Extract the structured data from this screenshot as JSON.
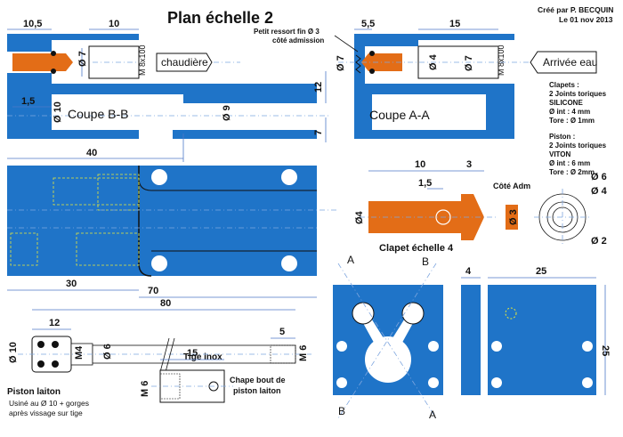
{
  "title": "Plan échelle 2",
  "credit": {
    "line1": "Créé par P. BECQUIN",
    "line2": "Le 01 nov 2013"
  },
  "section_bb": {
    "label": "Coupe B-B",
    "arrow_label": "chaudière",
    "dims": {
      "d10_5": "10,5",
      "d10": "10",
      "phi7": "Ø 7",
      "m8x100": "M 8x100",
      "d12": "12",
      "d1_5": "1,5",
      "phi10": "Ø 10",
      "phi9": "Ø 9",
      "d7": "7",
      "d40": "40"
    }
  },
  "section_aa": {
    "label": "Coupe A-A",
    "arrow_label": "Arrivée eau",
    "spring_note_1": "Petit ressort fin Ø 3",
    "spring_note_2": "côté admission",
    "dims": {
      "d5_5": "5,5",
      "d15": "15",
      "phi7a": "Ø 7",
      "phi4": "Ø 4",
      "phi7b": "Ø 7",
      "m8x100": "M 8x100"
    }
  },
  "notes": {
    "clapets": "Clapets :",
    "clapets_joints": "2 Joints toriques",
    "clapets_mat": "SILICONE",
    "clapets_int": "Ø int : 4 mm",
    "clapets_tore": "Tore : Ø 1mm",
    "piston": "Piston :",
    "piston_joints": "2 Joints toriques",
    "piston_mat": "VITON",
    "piston_int": "Ø int : 6 mm",
    "piston_tore": "Tore : Ø 2mm"
  },
  "body_top": {
    "d30": "30",
    "d70": "70"
  },
  "clapet": {
    "label": "Clapet échelle 4",
    "side_label": "Côté Adm",
    "dims": {
      "d10": "10",
      "d3": "3",
      "d1_5": "1,5",
      "phi4": "Ø4",
      "phi3": "Ø 3",
      "phi6": "Ø 6",
      "phi4b": "Ø 4",
      "phi2": "Ø 2"
    }
  },
  "plate": {
    "label_a_top": "A",
    "label_b_top": "B",
    "label_b_bottom": "B",
    "label_a_bottom": "A",
    "dims": {
      "d4": "4",
      "d25w": "25",
      "d25h": "25"
    }
  },
  "rod": {
    "label": "Tige inox",
    "dims": {
      "d80": "80",
      "d12": "12",
      "d5": "5",
      "phi10": "Ø 10",
      "m4": "M4",
      "phi6": "Ø 6",
      "m6": "M 6"
    }
  },
  "piston": {
    "label": "Piston laiton",
    "note1": "Usiné au Ø 10 + gorges",
    "note2": "après vissage sur tige"
  },
  "chape": {
    "label1": "Chape bout de",
    "label2": "piston laiton",
    "dims": {
      "d15": "15",
      "m6": "M 6"
    }
  }
}
